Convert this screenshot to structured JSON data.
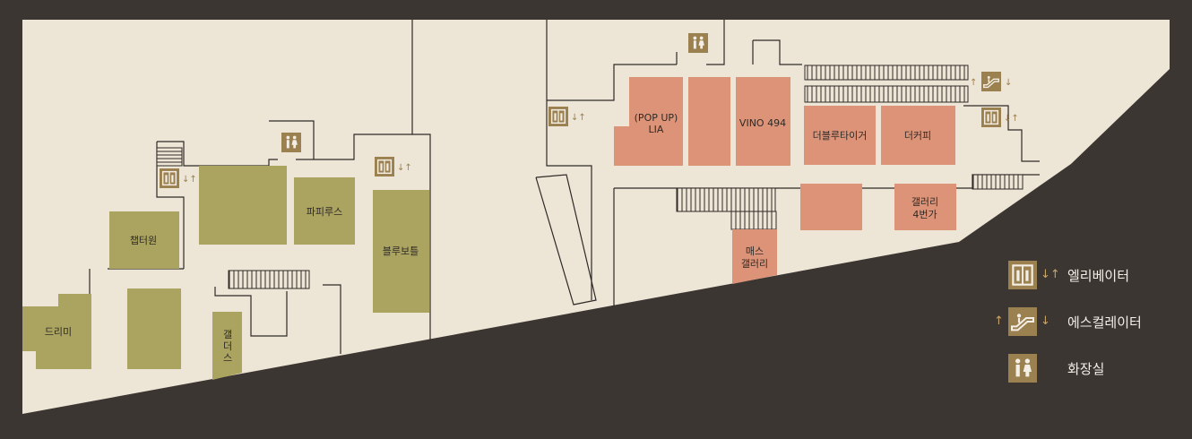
{
  "map": {
    "colors": {
      "background": "#3b3632",
      "floor": "#ede5d6",
      "wall": "#2e2a27",
      "store_olive": "#aba461",
      "store_salmon": "#dd9378",
      "facility_icon": "#9c8150",
      "arrow": "#c7a56b"
    },
    "stores": {
      "dreamy": "드리미",
      "chapter_one": "챕터원",
      "papyrus": "파피루스",
      "blue_bottle": "블루보틀",
      "galleries_l1": "갤",
      "galleries_l2": "더",
      "galleries_l3": "스",
      "pop_up_l1": "(POP UP)",
      "pop_up_l2": "LIA",
      "vino": "VINO 494",
      "the_blue_tiger": "더블루타이거",
      "the_coffee": "더커피",
      "gallery_4_l1": "갤러리",
      "gallery_4_l2": "4번가",
      "mass_gallery_l1": "매스",
      "mass_gallery_l2": "갤러리"
    },
    "icons": {
      "elevator": "elevator-icon",
      "escalator": "escalator-icon",
      "restroom": "restroom-icon"
    }
  },
  "legend": {
    "elevator": {
      "label": "엘리베이터",
      "arrows": "↓↑"
    },
    "escalator": {
      "label": "에스컬레이터",
      "arrow_up": "↑",
      "arrow_down": "↓"
    },
    "restroom": {
      "label": "화장실"
    }
  },
  "map_arrows": {
    "elevator": "↓↑",
    "escalator_up": "↑",
    "escalator_down": "↓"
  }
}
